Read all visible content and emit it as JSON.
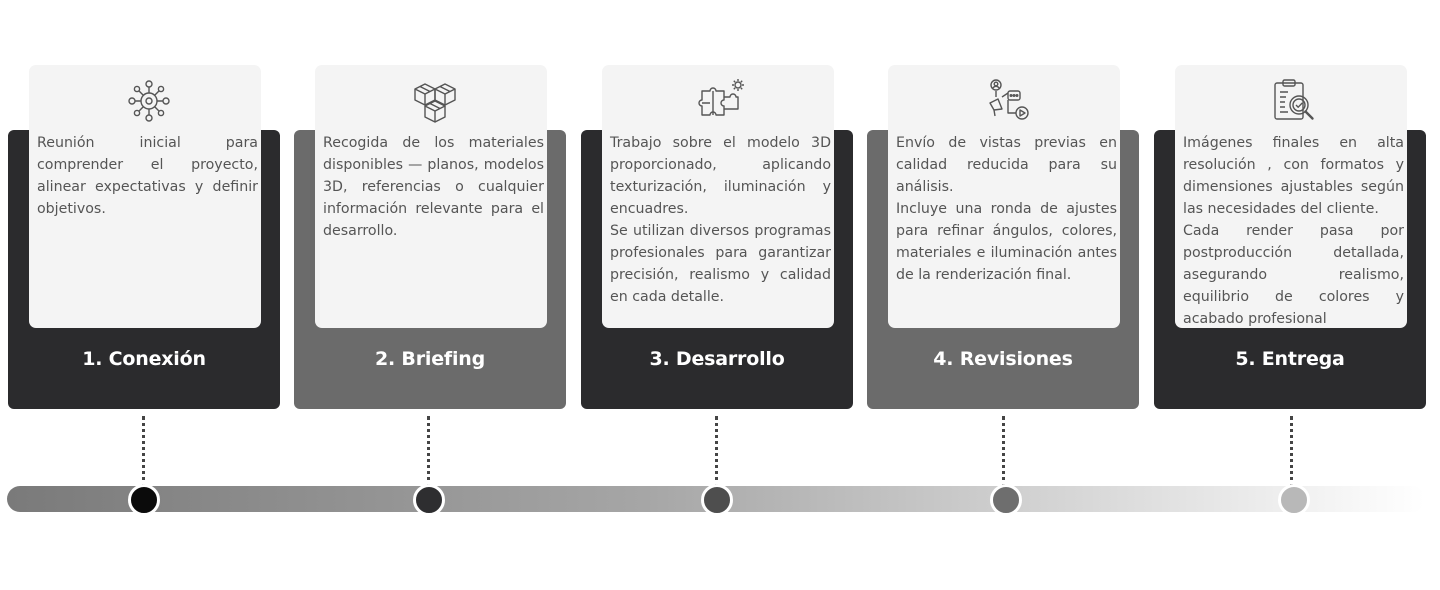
{
  "colors": {
    "dark": "#2b2b2d",
    "gray": "#6b6b6b",
    "card": "#f4f4f4",
    "text": "#555555"
  },
  "steps": [
    {
      "title": "1. Conexión",
      "icon": "network-gear-icon",
      "paragraphs": [
        "Reunión inicial para comprender el proyecto, alinear expectativas y definir objetivos."
      ]
    },
    {
      "title": "2. Briefing",
      "icon": "boxes-icon",
      "paragraphs": [
        "Recogida de los materiales disponibles — planos, modelos 3D, referencias o cualquier información relevante para el desarrollo."
      ]
    },
    {
      "title": "3. Desarrollo",
      "icon": "puzzle-gear-icon",
      "paragraphs": [
        "Trabajo sobre el modelo 3D proporcionado, aplicando texturización, iluminación y encuadres.",
        "Se utilizan diversos programas profesionales para garantizar precisión, realismo y calidad en cada detalle."
      ]
    },
    {
      "title": "4. Revisiones",
      "icon": "feedback-icon",
      "paragraphs": [
        "Envío de vistas previas en calidad reducida para su análisis.",
        "Incluye una ronda de ajustes para refinar ángulos, colores, materiales e iluminación antes de la renderización final."
      ]
    },
    {
      "title": "5. Entrega",
      "icon": "clipboard-check-icon",
      "paragraphs": [
        "Imágenes finales en alta resolución , con formatos y dimensiones ajustables según las necesidades del cliente.",
        "Cada render pasa por postproducción detallada, asegurando realismo, equilibrio de colores y acabado profesional"
      ]
    }
  ],
  "timeline": {
    "dot_colors": [
      "#0b0b0b",
      "#2e2e30",
      "#4e4e4e",
      "#6e6e6e",
      "#b8b8b8"
    ]
  }
}
